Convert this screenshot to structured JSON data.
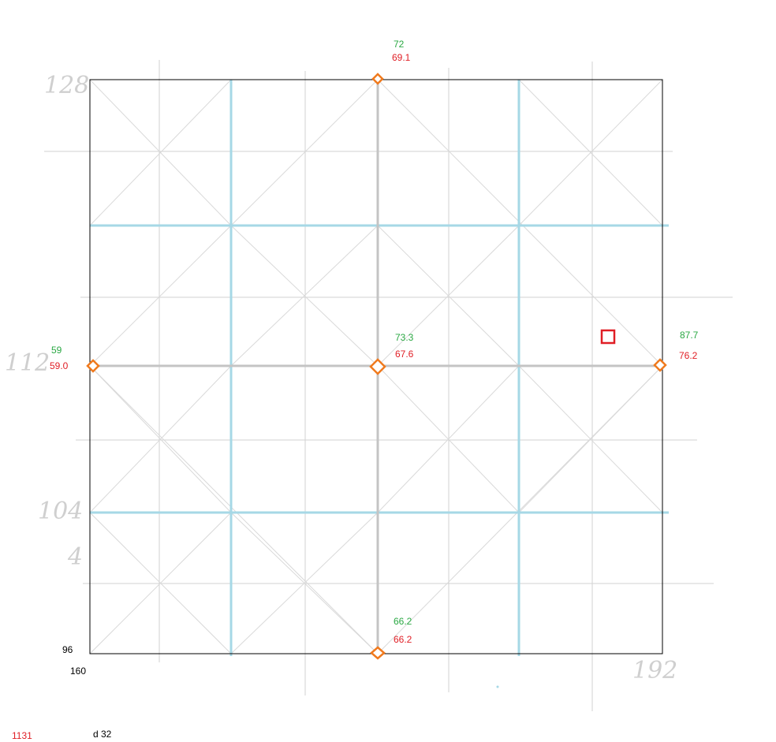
{
  "colors": {
    "light_grid": "#d2d2d2",
    "diagonal": "#d9d9d9",
    "blue_line": "#a6d8e6",
    "axis_grey": "#c4c4c4",
    "frame": "#000000",
    "marker": "#f07a1e",
    "green_text": "#2aa843",
    "red_text": "#e01e25",
    "handwriting": "#cfcfcf"
  },
  "handwritten": {
    "top_left": "128",
    "left_mid": "112",
    "left_low": "104",
    "left_low_sub": "4",
    "bottom_right": "192"
  },
  "corner": {
    "y_min": "96",
    "x_min": "160"
  },
  "nodes": {
    "top": {
      "green": "72",
      "red": "69.1"
    },
    "left": {
      "green": "59",
      "red": "59.0"
    },
    "center": {
      "green": "73.3",
      "red": "67.6"
    },
    "right": {
      "green": "87.7",
      "red": "76.2"
    },
    "bottom": {
      "green": "66.2",
      "red": "66.2"
    }
  },
  "footer": {
    "red_code": "1131",
    "depth": "d 32"
  },
  "selection_icon": "red-square-marker"
}
